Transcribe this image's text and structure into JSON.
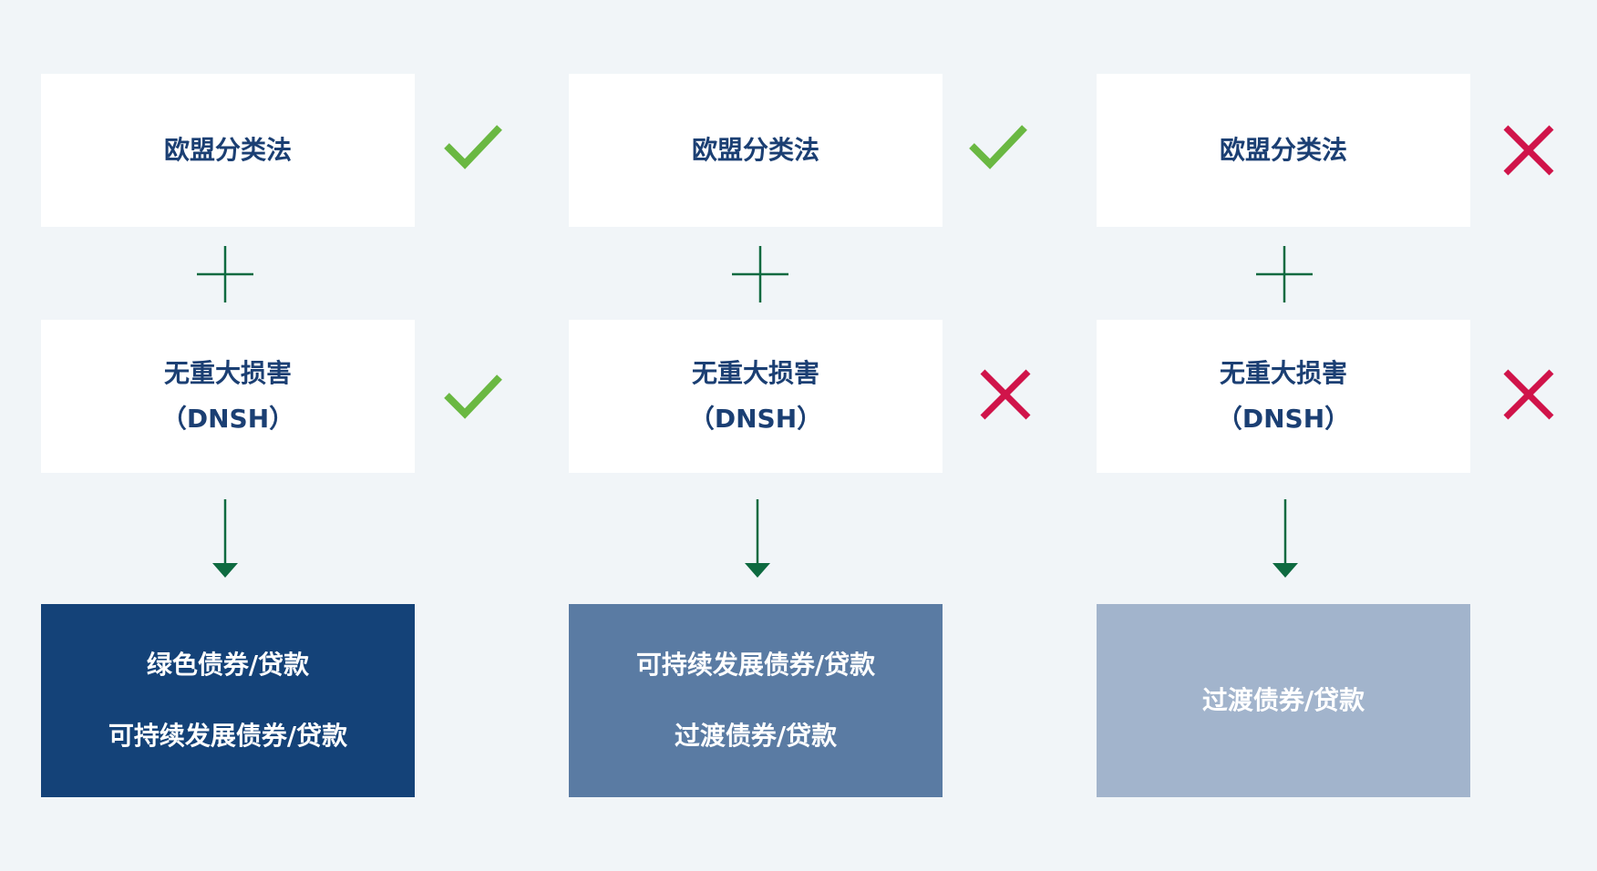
{
  "columns": [
    {
      "taxonomy_label": "欧盟分类法",
      "taxonomy_status": "check-icon",
      "dnsh_label_line1": "无重大损害",
      "dnsh_label_line2": "（DNSH）",
      "dnsh_status": "check-icon",
      "outputs": [
        "绿色债券/贷款",
        "可持续发展债券/贷款"
      ],
      "output_color": "#144278"
    },
    {
      "taxonomy_label": "欧盟分类法",
      "taxonomy_status": "check-icon",
      "dnsh_label_line1": "无重大损害",
      "dnsh_label_line2": "（DNSH）",
      "dnsh_status": "cross-icon",
      "outputs": [
        "可持续发展债券/贷款",
        "过渡债券/贷款"
      ],
      "output_color": "#5a7ba3"
    },
    {
      "taxonomy_label": "欧盟分类法",
      "taxonomy_status": "cross-icon",
      "dnsh_label_line1": "无重大损害",
      "dnsh_label_line2": "（DNSH）",
      "dnsh_status": "cross-icon",
      "outputs": [
        "过渡债券/贷款"
      ],
      "output_color": "#a2b4cc"
    }
  ],
  "colors": {
    "background": "#f1f5f8",
    "box_text": "#1b3f73",
    "connector": "#0e6a40",
    "check": "#6ab842",
    "cross": "#d0144a"
  }
}
